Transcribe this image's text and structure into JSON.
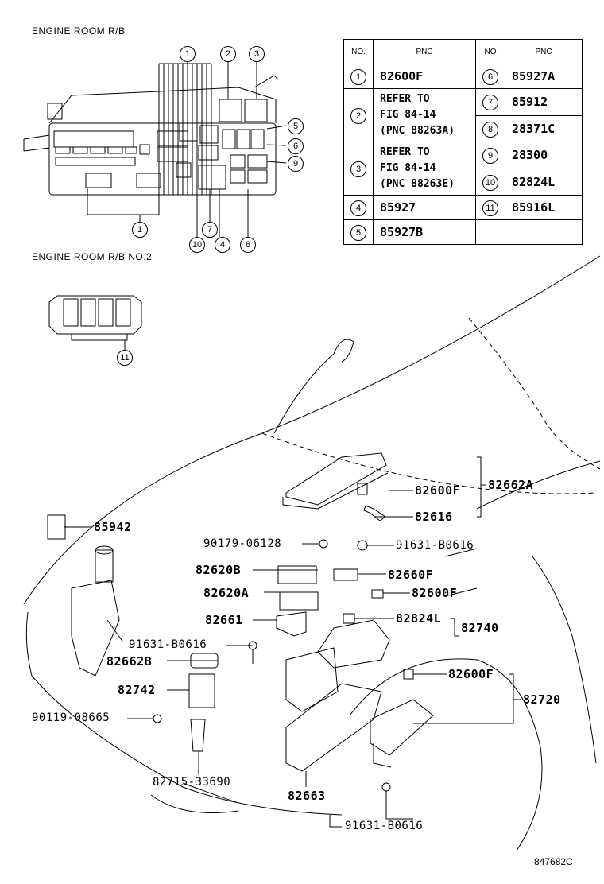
{
  "sections": {
    "engine_room_rb": "ENGINE ROOM R/B",
    "engine_room_rb_no2": "ENGINE ROOM R/B NO.2"
  },
  "table": {
    "header": {
      "no_left": "NO.",
      "pnc_left": "PNC",
      "no_right": "NO",
      "pnc_right": "PNC"
    },
    "left": [
      {
        "no": "1",
        "lines": [
          "82600F"
        ]
      },
      {
        "no": "2",
        "lines": [
          "REFER TO",
          "FIG 84-14",
          "(PNC 88263A)"
        ]
      },
      {
        "no": "3",
        "lines": [
          "REFER TO",
          "FIG 84-14",
          "(PNC 88263E)"
        ]
      },
      {
        "no": "4",
        "lines": [
          "85927"
        ]
      },
      {
        "no": "5",
        "lines": [
          "85927B"
        ]
      }
    ],
    "right": [
      {
        "no": "6",
        "pnc": "85927A"
      },
      {
        "no": "7",
        "pnc": "85912"
      },
      {
        "no": "8",
        "pnc": "28371C"
      },
      {
        "no": "9",
        "pnc": "28300"
      },
      {
        "no": "10",
        "pnc": "82824L"
      },
      {
        "no": "11",
        "pnc": "85916L"
      }
    ]
  },
  "callouts": [
    "1",
    "2",
    "3",
    "5",
    "6",
    "9",
    "1",
    "7",
    "10",
    "4",
    "8",
    "11"
  ],
  "parts": {
    "p82662A": "82662A",
    "p82600F_top": "82600F",
    "p82616": "82616",
    "p85942": "85942",
    "p90179": "90179-06128",
    "p91631_a": "91631-B0616",
    "p82620B": "82620B",
    "p82660F": "82660F",
    "p82620A": "82620A",
    "p82600F_mid": "82600F",
    "p82661": "82661",
    "p82824L": "82824L",
    "p82740": "82740",
    "p91631_b": "91631-B0616",
    "p82662B": "82662B",
    "p82600F_low": "82600F",
    "p82742": "82742",
    "p82720": "82720",
    "p90119": "90119-08665",
    "p82715": "82715-33690",
    "p82663": "82663",
    "p91631_c": "91631-B0616"
  },
  "diagram_id": "847682C"
}
